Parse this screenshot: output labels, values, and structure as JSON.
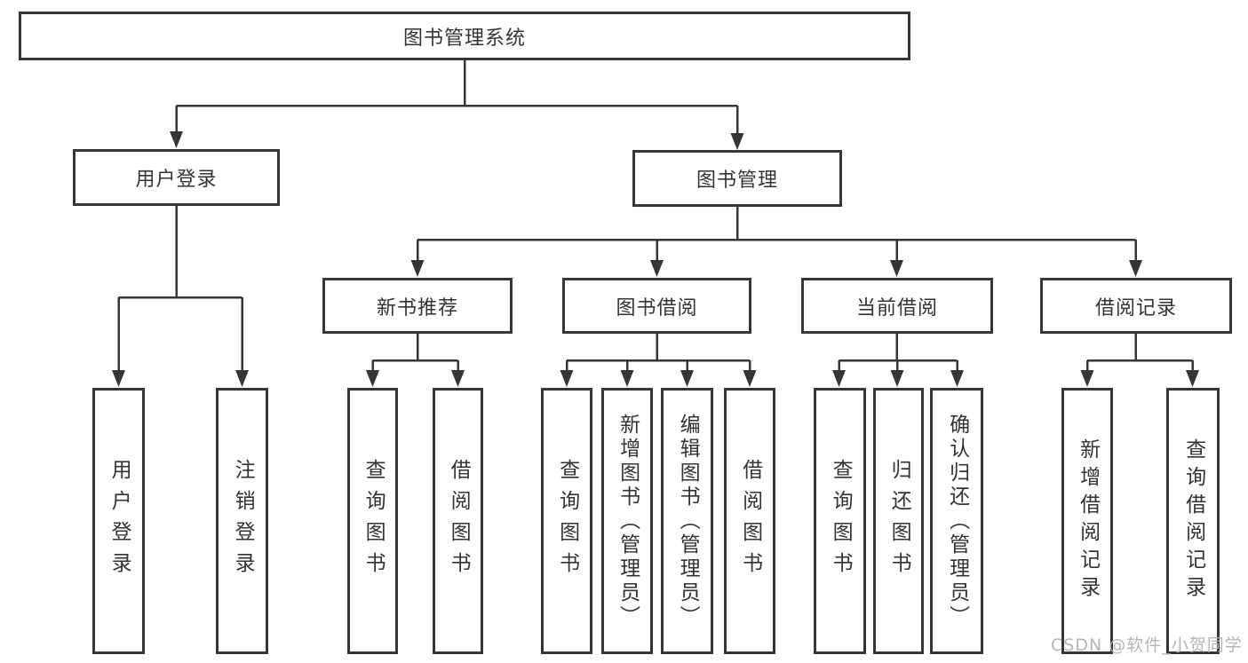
{
  "diagram": {
    "root": {
      "label": "图书管理系统"
    },
    "level2": {
      "user_login": {
        "label": "用户登录",
        "children": [
          {
            "label": "用户登录"
          },
          {
            "label": "注销登录"
          }
        ]
      },
      "book_management": {
        "label": "图书管理"
      }
    },
    "level3": {
      "new_book": {
        "label": "新书推荐",
        "children": [
          {
            "label": "查询图书"
          },
          {
            "label": "借阅图书"
          }
        ]
      },
      "borrow": {
        "label": "图书借阅",
        "children": [
          {
            "label": "查询图书"
          },
          {
            "label": "新增图书（管理员）"
          },
          {
            "label": "编辑图书（管理员）"
          },
          {
            "label": "借阅图书"
          }
        ]
      },
      "current": {
        "label": "当前借阅",
        "children": [
          {
            "label": "查询图书"
          },
          {
            "label": "归还图书"
          },
          {
            "label": "确认归还（管理员）"
          }
        ]
      },
      "record": {
        "label": "借阅记录",
        "children": [
          {
            "label": "新增借阅记录"
          },
          {
            "label": "查询借阅记录"
          }
        ]
      }
    },
    "colors": {
      "line": "#363636",
      "text": "#333333",
      "watermark_text": "#b5b5b5",
      "background": "#ffffff"
    },
    "watermark": {
      "text": "CSDN @软件_小贺同学"
    }
  }
}
